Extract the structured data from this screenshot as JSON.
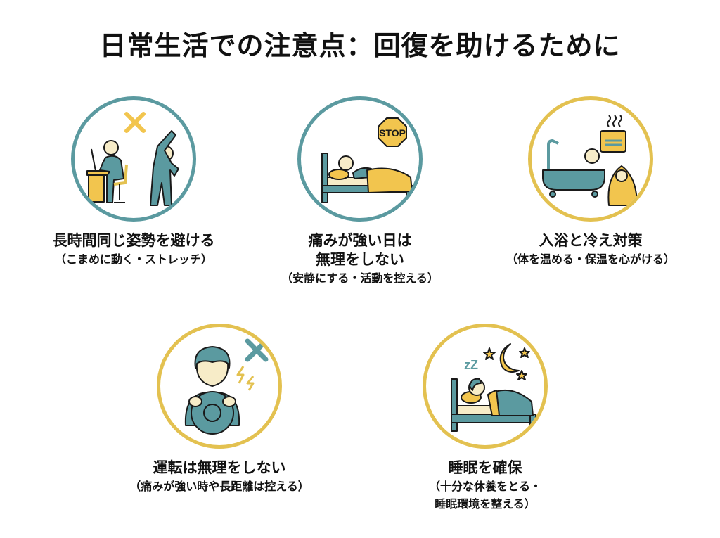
{
  "title": "日常生活での注意点：回復を助けるために",
  "colors": {
    "teal": "#5b9aa0",
    "gold": "#f2c54e",
    "cream": "#f7ecc8",
    "ring_teal": "#5b9aa0",
    "ring_gold": "#e3c150"
  },
  "items": [
    {
      "icon": "desk-work-and-stretch-icon",
      "label": "長時間同じ姿勢を避ける",
      "sub1": "（こまめに動く・ストレッチ）"
    },
    {
      "icon": "bed-rest-stop-icon",
      "label1": "痛みが強い日は",
      "label2": "無理をしない",
      "sub1": "（安静にする・活動を控える）",
      "stop_text": "STOP"
    },
    {
      "icon": "bath-and-warmth-icon",
      "label": "入浴と冷え対策",
      "sub1": "（体を温める・保温を心がける）"
    },
    {
      "icon": "driving-caution-icon",
      "label": "運転は無理をしない",
      "sub1": "（痛みが強い時や長距離は控える）"
    },
    {
      "icon": "sleep-icon",
      "label": "睡眠を確保",
      "sub1": "（十分な休養をとる・",
      "sub2": "睡眠環境を整える）",
      "zz_text": "zZ"
    }
  ]
}
